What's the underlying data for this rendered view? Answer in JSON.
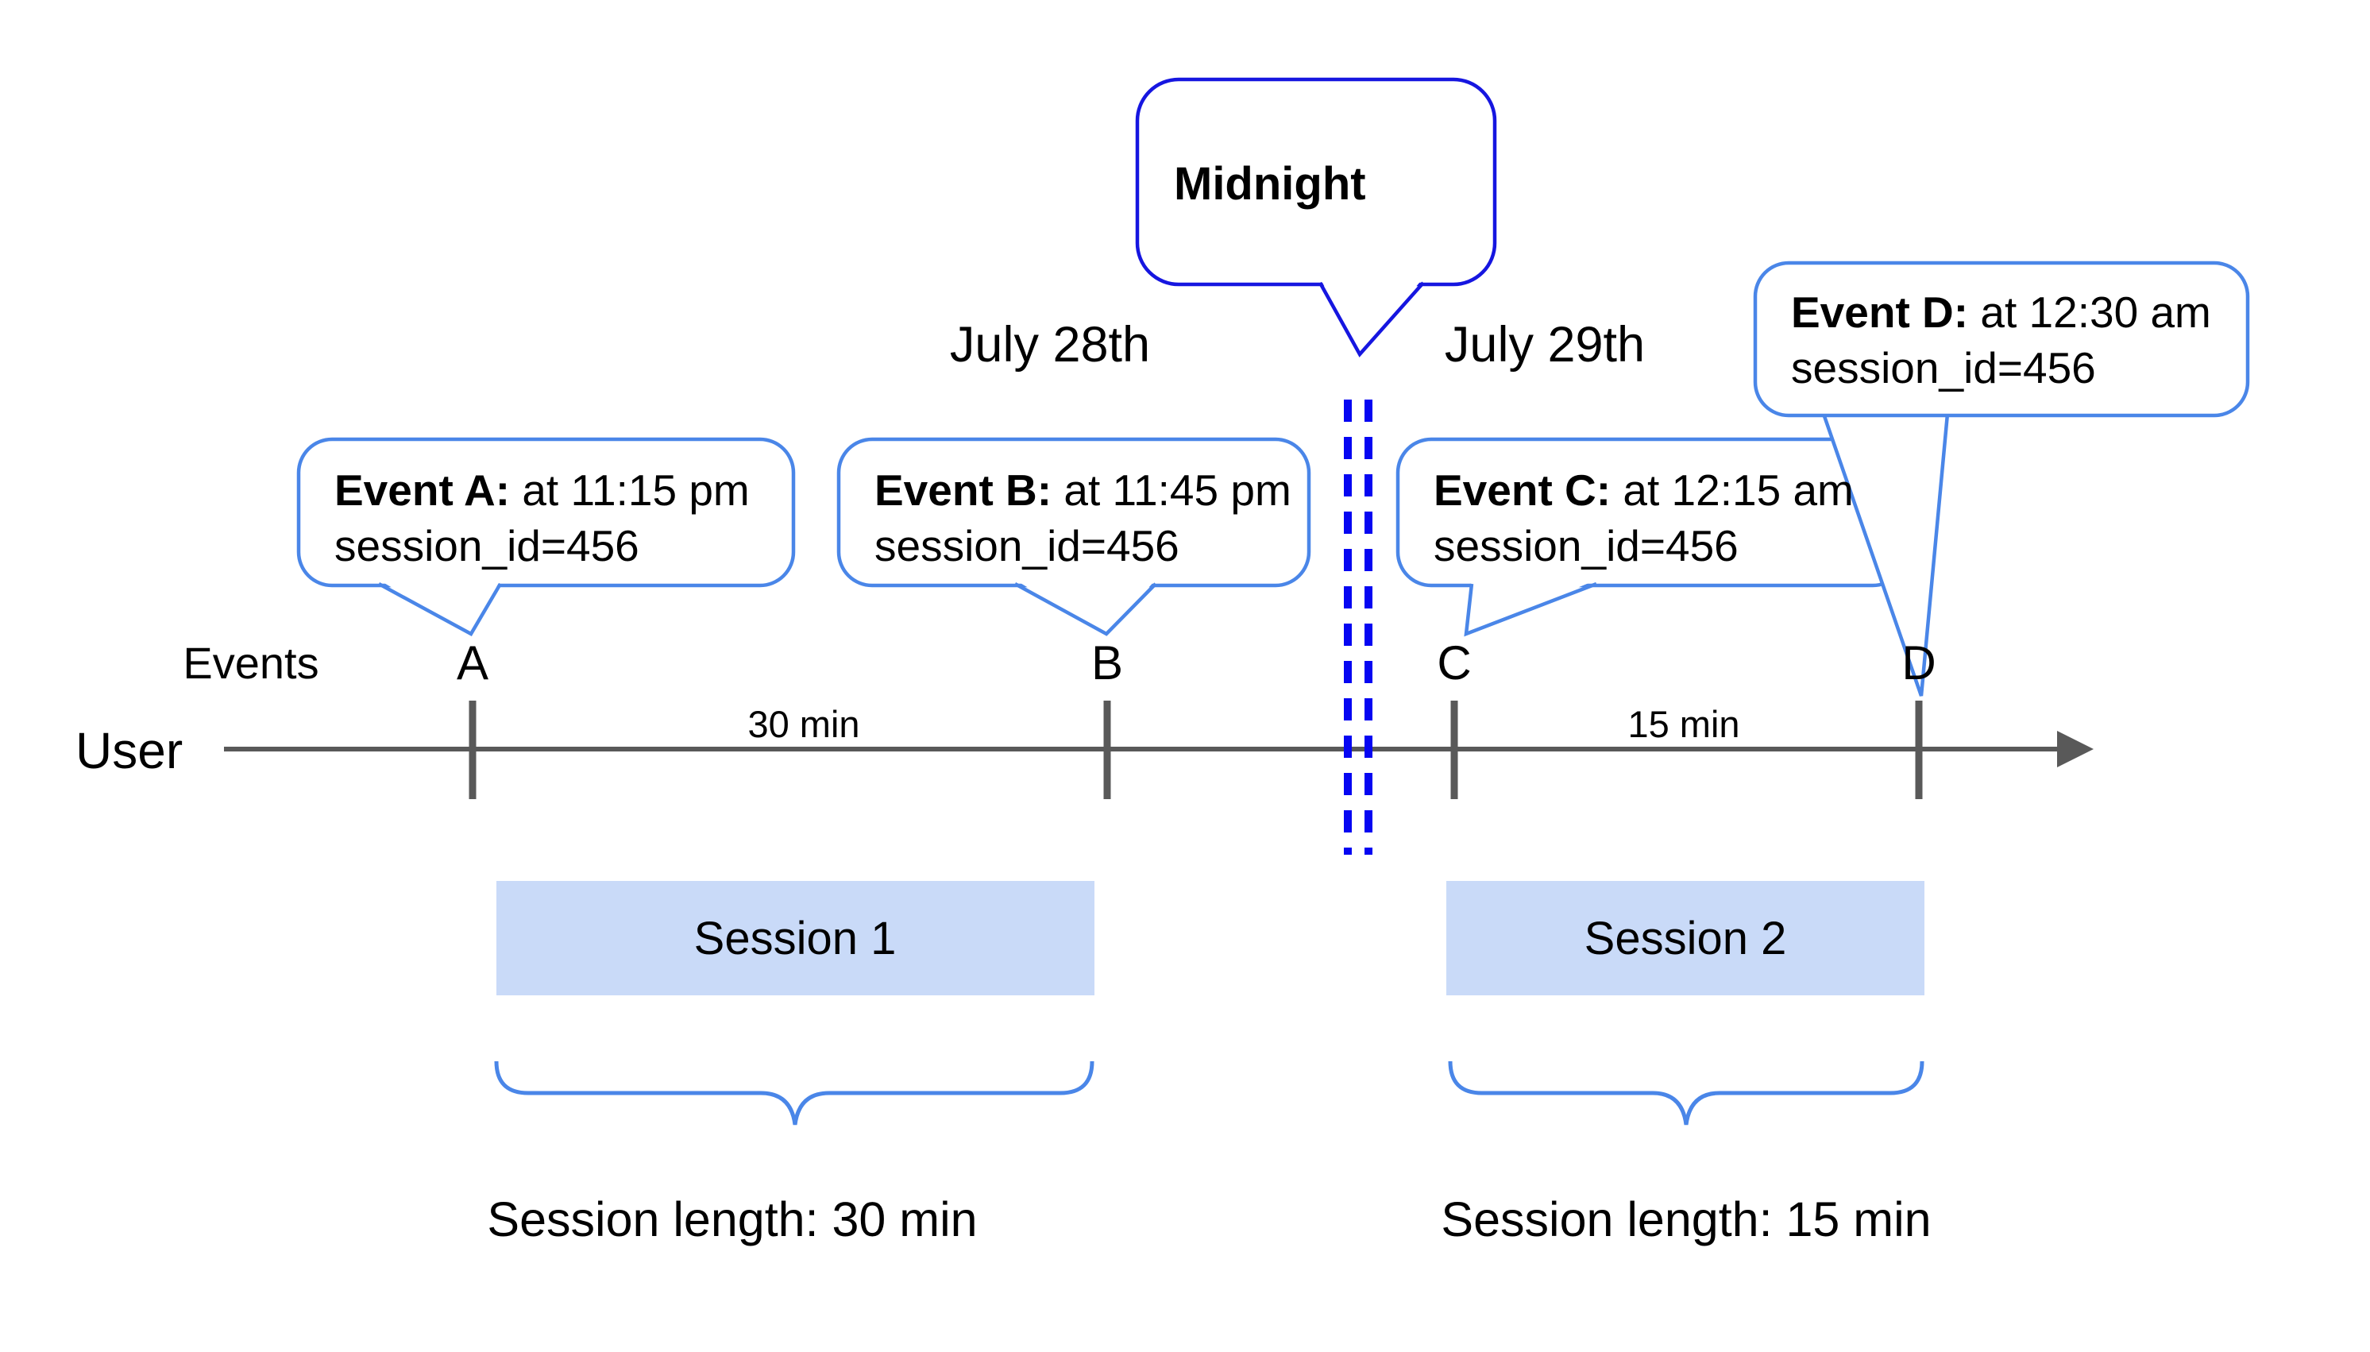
{
  "diagram": {
    "dates": {
      "left": "July 28th",
      "right": "July 29th"
    },
    "midnight_label": "Midnight",
    "axis": {
      "events_label": "Events",
      "user_label": "User"
    },
    "ticks": [
      "A",
      "B",
      "C",
      "D"
    ],
    "intervals": [
      {
        "label": "30 min"
      },
      {
        "label": "15 min"
      }
    ],
    "event_callouts": [
      {
        "event": "A",
        "bold": "Event A:",
        "time": " at 11:15 pm",
        "session": "session_id=456"
      },
      {
        "event": "B",
        "bold": "Event B:",
        "time": " at 11:45 pm",
        "session": "session_id=456"
      },
      {
        "event": "C",
        "bold": "Event C:",
        "time": " at 12:15 am",
        "session": "session_id=456"
      },
      {
        "event": "D",
        "bold": "Event D:",
        "time": " at 12:30 am",
        "session": "session_id=456"
      }
    ],
    "sessions": [
      {
        "name": "Session 1",
        "length": "Session length: 30 min"
      },
      {
        "name": "Session 2",
        "length": "Session length: 15 min"
      }
    ],
    "colors": {
      "callout_blue": "#4a86e8",
      "midnight_blue": "#1616e0",
      "dash_blue": "#0606f2",
      "axis_gray": "#595959",
      "session_fill": "#c9daf8"
    }
  }
}
